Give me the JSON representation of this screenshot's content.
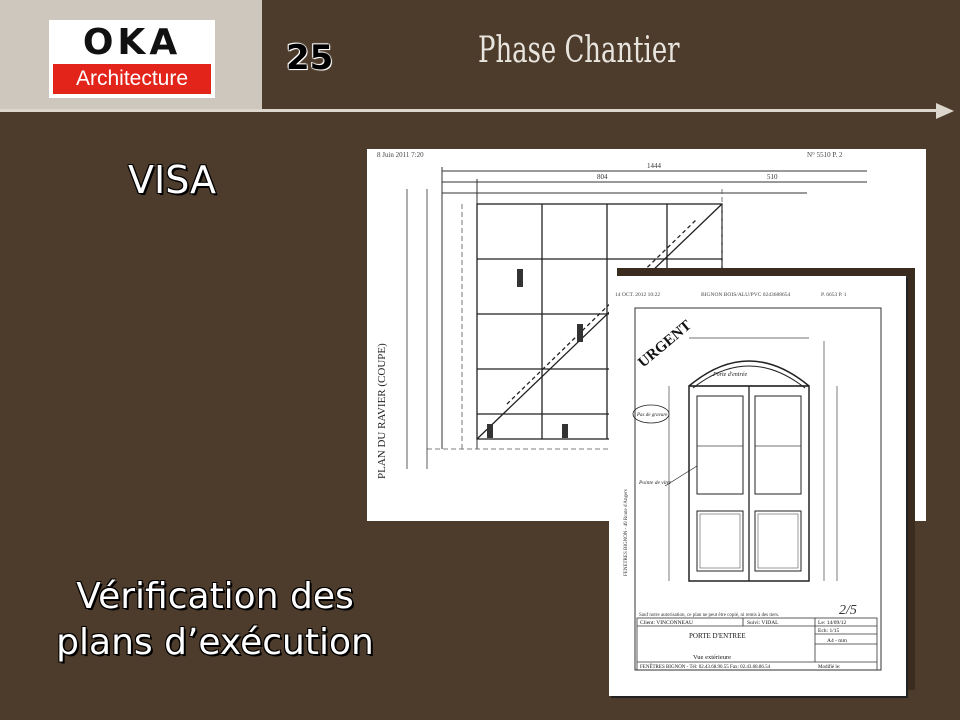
{
  "header": {
    "logo": {
      "mark": "OKA",
      "band": "Architecture"
    },
    "slide_number": "25",
    "title": "Phase Chantier"
  },
  "content": {
    "visa_label": "VISA",
    "verification_line1": "Vérification des",
    "verification_line2": "plans d’exécution"
  },
  "documents": {
    "plan": {
      "fax_header": "8 Juin 2011  7:20",
      "page": "N° 5510   P. 2",
      "top_dims": [
        "1444",
        "804",
        "510"
      ],
      "side_title": "PLAN DU RAVIER (COUPE)"
    },
    "door": {
      "fax_header": "14 OCT. 2012  10:22",
      "fax_company": "BIGNON BOIS/ALU/PVC  0243688654",
      "page": "P. 6653   P. 1",
      "annotation_urgent": "URGENT",
      "note_1": "Porte d'entrée",
      "note_2": "Pas de gravure",
      "note_3": "Pointe de vitre",
      "page_mark": "2/5",
      "disclaimer": "Sauf notre autorisation, ce plan ne peut être copié, ni remis à des tiers.",
      "client_label": "Client: VINCONNEAU",
      "suivi_label": "Suivi: VIDAL",
      "date_label": "Le: 14/09/12",
      "scale_label": "Ech: 1/15",
      "format_label": "A4 - mm",
      "drawing_title": "PORTE D'ENTREE",
      "view_title": "Vue extérieure",
      "company_line": "FENÊTRES BIGNON - Tél: 02.43.68.90.55 Fax: 02.43.68.86.54",
      "modified_label": "Modifié le:",
      "side_company": "FENETRES BIGNON - 49 Route d'Angers"
    }
  }
}
